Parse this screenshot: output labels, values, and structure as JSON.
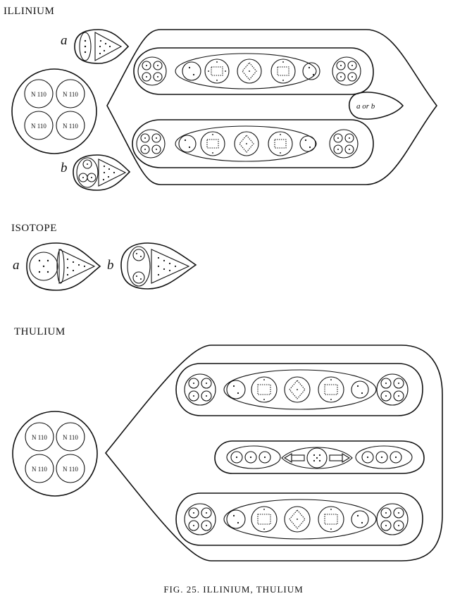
{
  "sections": {
    "illinium": "ILLINIUM",
    "isotope": "ISOTOPE",
    "thulium": "THULIUM"
  },
  "variants": {
    "a": "a",
    "b": "b"
  },
  "funnel_label": "N 110",
  "bulb_label": "a or b",
  "caption": "FIG.   25.   ILLINIUM,   THULIUM"
}
